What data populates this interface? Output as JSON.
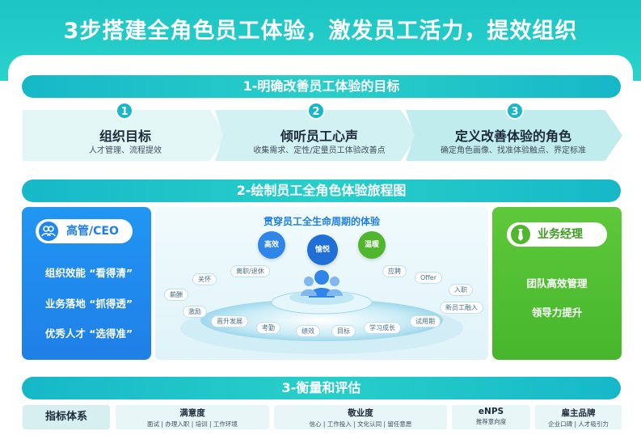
{
  "title": "3步搭建全角色员工体验，激发员工活力，提效组织",
  "section1": {
    "title": "1-明确改善员工体验的目标",
    "steps": [
      {
        "num": "1",
        "title": "组织目标",
        "sub": "人才管理、流程提效"
      },
      {
        "num": "2",
        "title": "倾听员工心声",
        "sub": "收集需求、定性/定量员工体验改善点"
      },
      {
        "num": "3",
        "title": "定义改善体验的角色",
        "sub": "确定角色画像、找准体验触点、界定标准"
      }
    ]
  },
  "section2": {
    "title": "2-绘制员工全角色体验旅程图",
    "ceo": {
      "label": "高管/CEO",
      "lines": [
        "组织效能 “看得清”",
        "业务落地 “抓得透”",
        "优秀人才 “选得准”"
      ]
    },
    "journey": {
      "title": "贯穿员工全生命周期的体验",
      "bubbles": {
        "left": "高效",
        "center": "愉悦",
        "right": "温暖"
      },
      "tags": [
        "离职/退休",
        "关怀",
        "薪酬",
        "激励",
        "晋升发展",
        "考勤",
        "绩效",
        "目标",
        "学习成长",
        "试用期",
        "新员工融入",
        "入职",
        "Offer",
        "应聘"
      ]
    },
    "manager": {
      "label": "业务经理",
      "lines": [
        "团队高效管理",
        "领导力提升"
      ]
    }
  },
  "section3": {
    "title": "3-衡量和评估",
    "label": "指标体系",
    "metrics": [
      {
        "title": "满意度",
        "sub": "面试 | 办理入职 | 培训 | 工作环境"
      },
      {
        "title": "敬业度",
        "sub": "信心 | 工作投入 | 文化认同 | 留任意愿"
      },
      {
        "title": "eNPS",
        "sub": "推荐意向度"
      },
      {
        "title": "雇主品牌",
        "sub": "企业口碑 | 人才吸引力"
      }
    ]
  }
}
